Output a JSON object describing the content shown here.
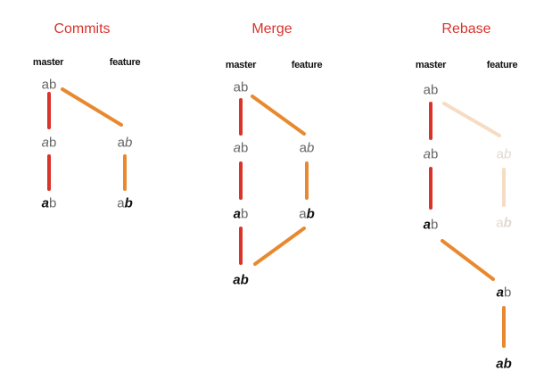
{
  "panels": [
    {
      "title": "Commits",
      "branches": {
        "master": "master",
        "feature": "feature"
      },
      "nodes": [
        {
          "a": "a",
          "b": "b",
          "a_style": "plain",
          "b_style": "plain"
        },
        {
          "a": "a",
          "b": "b",
          "a_style": "italic",
          "b_style": "plain"
        },
        {
          "a": "a",
          "b": "b",
          "a_style": "plain",
          "b_style": "italic"
        },
        {
          "a": "a",
          "b": "b",
          "a_style": "bold",
          "b_style": "plain"
        },
        {
          "a": "a",
          "b": "b",
          "a_style": "plain",
          "b_style": "bold"
        }
      ]
    },
    {
      "title": "Merge",
      "branches": {
        "master": "master",
        "feature": "feature"
      },
      "nodes": [
        {
          "a": "a",
          "b": "b",
          "a_style": "plain",
          "b_style": "plain"
        },
        {
          "a": "a",
          "b": "b",
          "a_style": "italic",
          "b_style": "plain"
        },
        {
          "a": "a",
          "b": "b",
          "a_style": "plain",
          "b_style": "italic"
        },
        {
          "a": "a",
          "b": "b",
          "a_style": "bold",
          "b_style": "plain"
        },
        {
          "a": "a",
          "b": "b",
          "a_style": "plain",
          "b_style": "bold"
        },
        {
          "a": "a",
          "b": "b",
          "a_style": "bold",
          "b_style": "bold"
        }
      ]
    },
    {
      "title": "Rebase",
      "branches": {
        "master": "master",
        "feature": "feature"
      },
      "nodes": [
        {
          "a": "a",
          "b": "b",
          "a_style": "plain",
          "b_style": "plain"
        },
        {
          "a": "a",
          "b": "b",
          "a_style": "italic",
          "b_style": "plain"
        },
        {
          "a": "a",
          "b": "b",
          "a_style": "plain",
          "b_style": "italic"
        },
        {
          "a": "a",
          "b": "b",
          "a_style": "bold",
          "b_style": "plain"
        },
        {
          "a": "a",
          "b": "b",
          "a_style": "plain",
          "b_style": "bold"
        },
        {
          "a": "a",
          "b": "b",
          "a_style": "bold",
          "b_style": "plain"
        },
        {
          "a": "a",
          "b": "b",
          "a_style": "bold",
          "b_style": "bold"
        }
      ]
    }
  ],
  "colors": {
    "title": "#d9332a",
    "master_line": "#d9332a",
    "feature_line": "#e8892f",
    "faded_line": "#f6dcc2",
    "node_text": "#666666",
    "faded_text": "#e2d8cf"
  }
}
